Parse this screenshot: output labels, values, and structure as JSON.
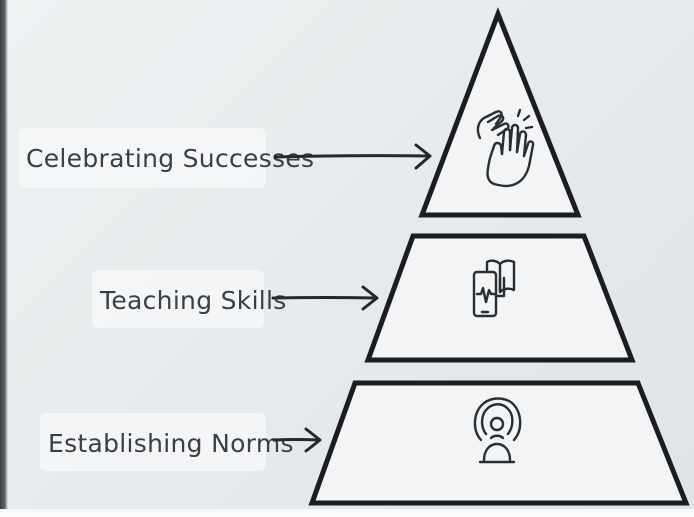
{
  "levels": [
    {
      "label": "Celebrating Successes",
      "icon": "clapping-hands-icon"
    },
    {
      "label": "Teaching Skills",
      "icon": "tablet-book-icon"
    },
    {
      "label": "Establishing Norms",
      "icon": "broadcast-person-icon"
    }
  ],
  "colors": {
    "background": "#e9ecef",
    "outline": "#1b1d20",
    "text": "#3b3f43"
  }
}
